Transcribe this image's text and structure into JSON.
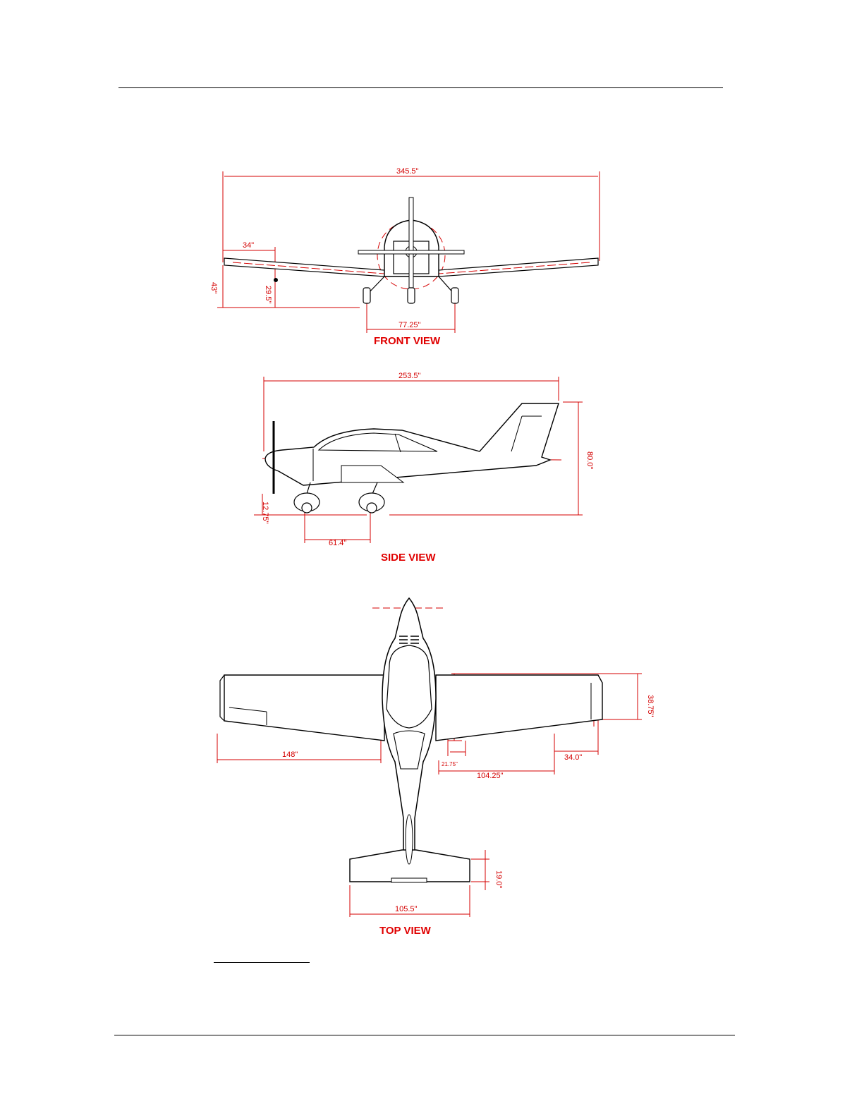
{
  "colors": {
    "line": "#000000",
    "dimension": "#d40000",
    "title": "#e00000"
  },
  "front_view": {
    "title": "FRONT VIEW",
    "dims": {
      "span": "345.5\"",
      "tip_offset": "34\"",
      "height": "43\"",
      "tip_height": "29.5\"",
      "track": "77.25\""
    }
  },
  "side_view": {
    "title": "SIDE VIEW",
    "dims": {
      "length": "253.5\"",
      "height": "80.0\"",
      "ground": "12.75\"",
      "wheelbase": "61.4\""
    }
  },
  "top_view": {
    "title": "TOP VIEW",
    "dims": {
      "half_span": "148\"",
      "chord": "38.75\"",
      "root": "21.75\"",
      "flap": "104.25\"",
      "aileron": "34.0\"",
      "stab_chord": "19.0\"",
      "stab_span": "105.5\""
    }
  }
}
